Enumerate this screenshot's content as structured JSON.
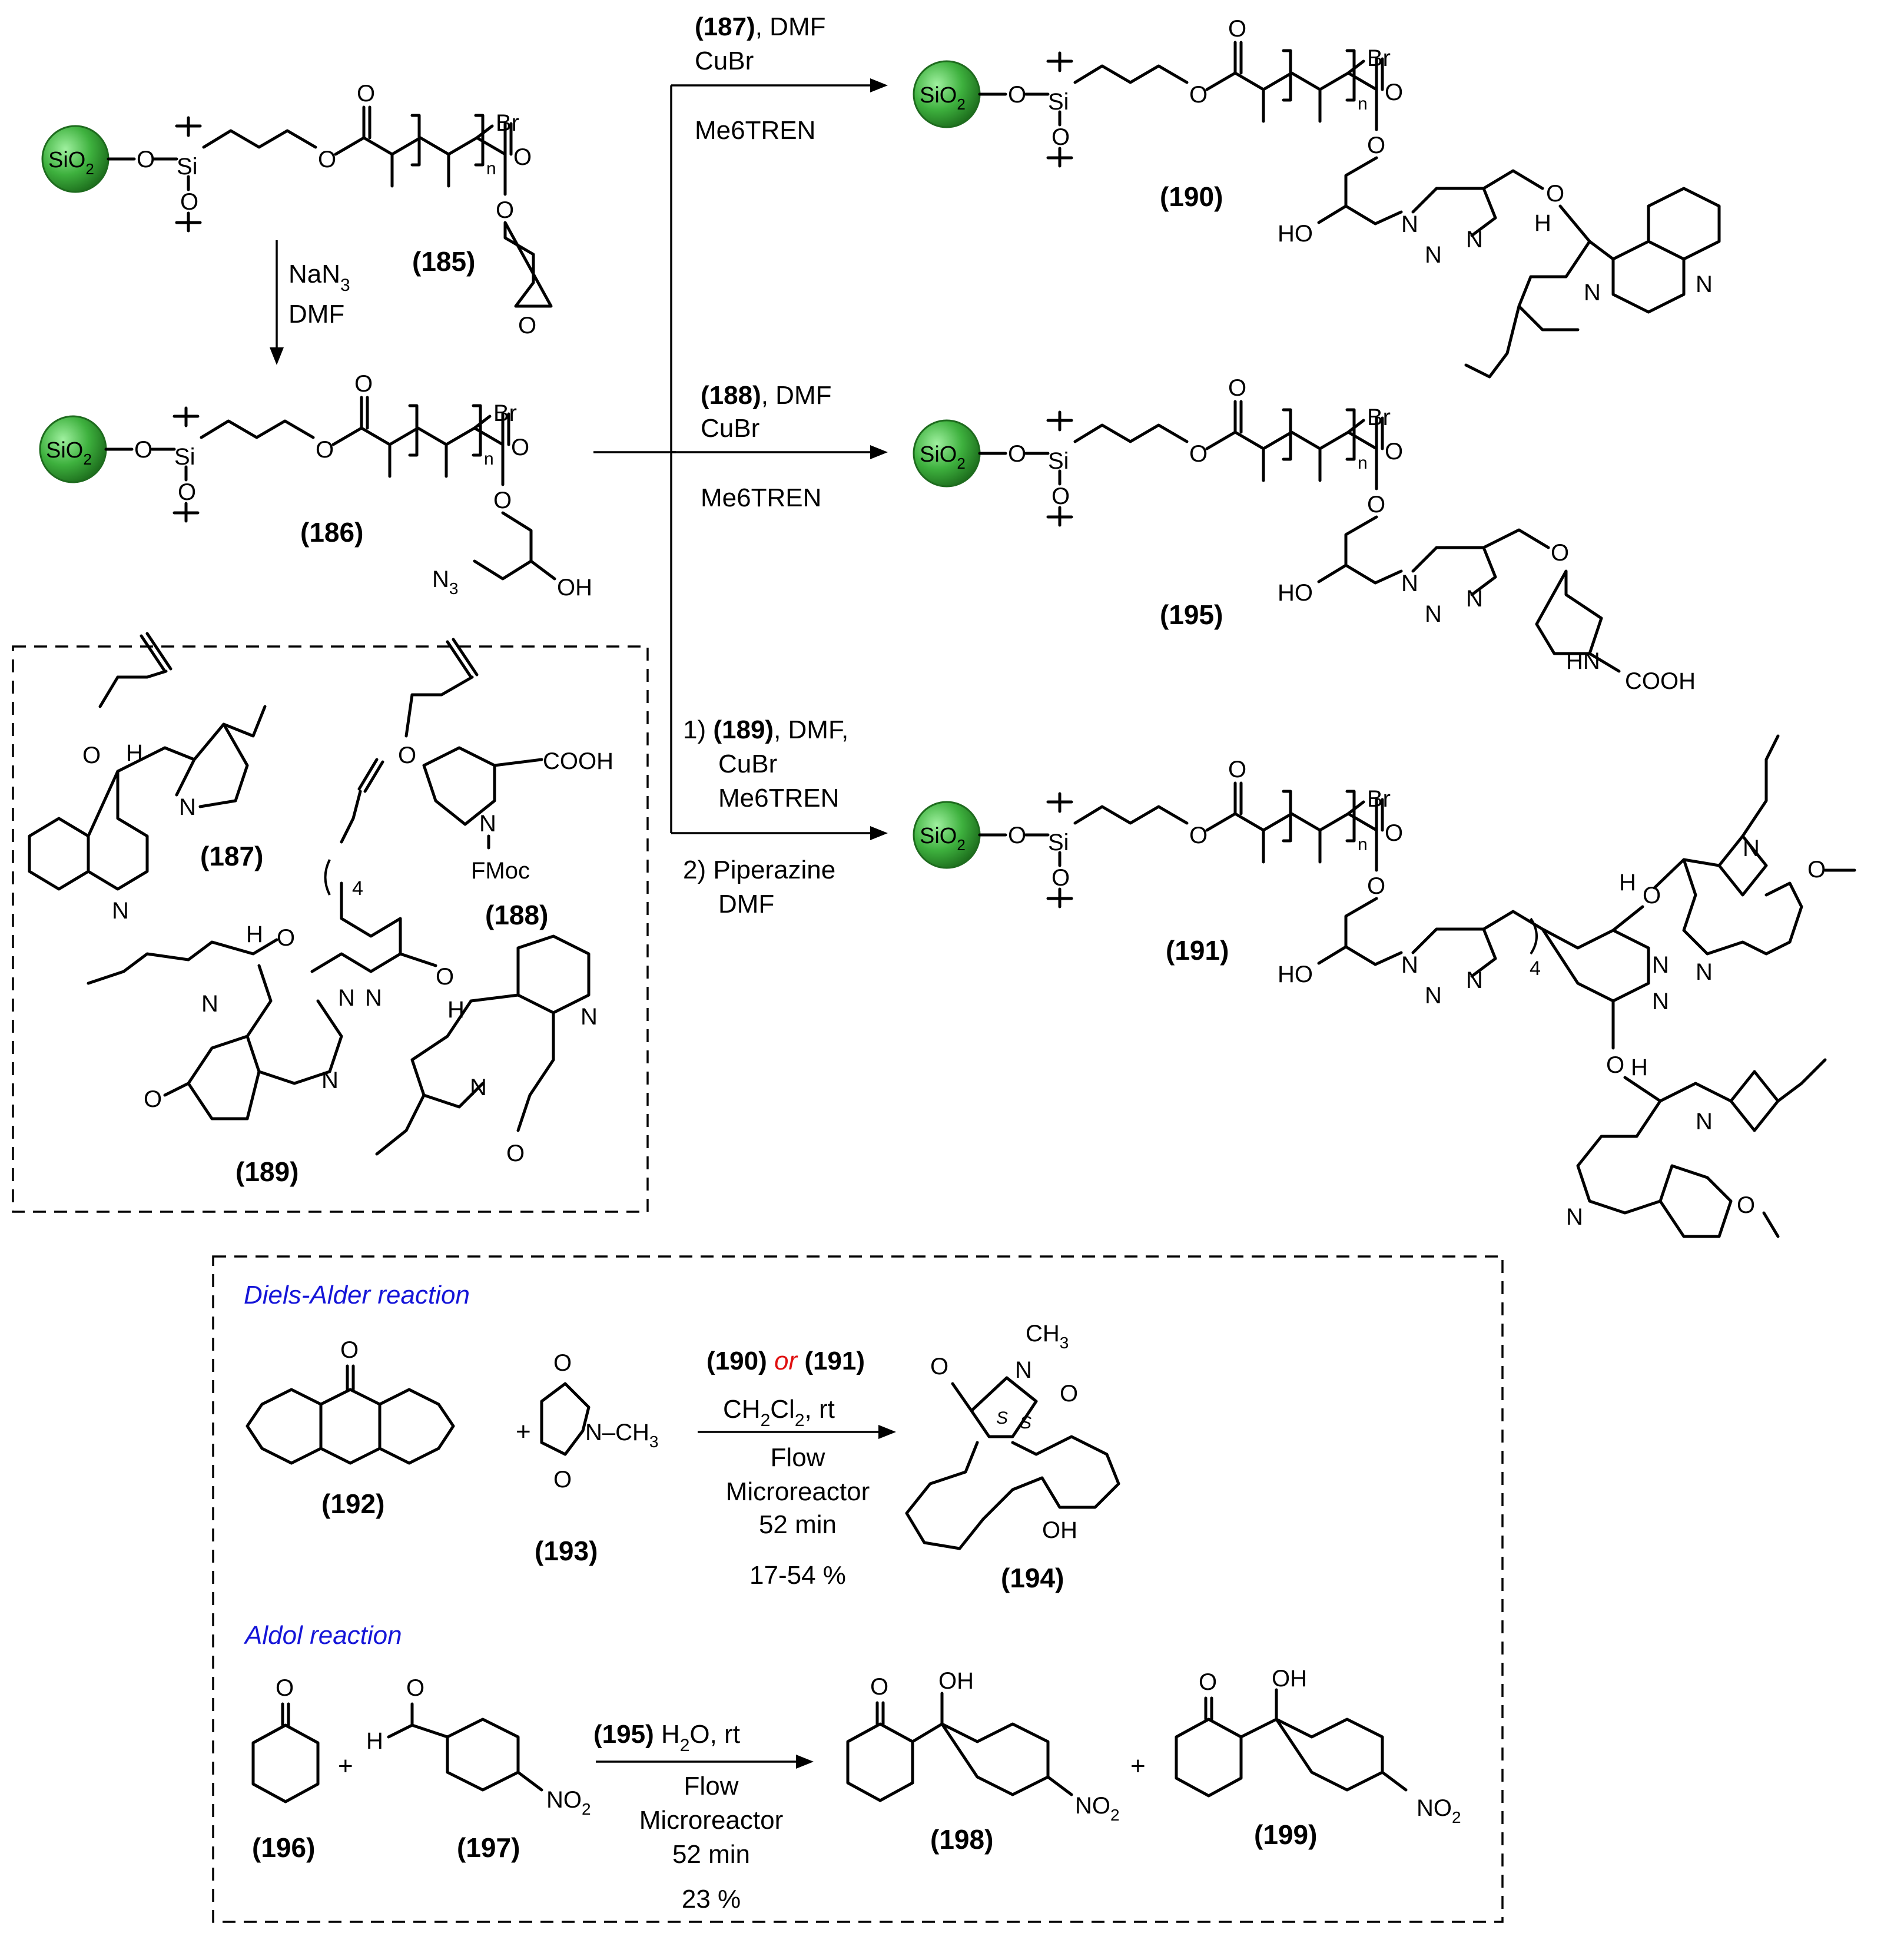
{
  "labels": {
    "sio2": "SiO",
    "sio2_sub": "2",
    "si": "Si",
    "o": "O",
    "br": "Br",
    "n_sub": "n",
    "oh": "OH",
    "ho": "HO",
    "n3": "N",
    "n3_sub": "3",
    "n": "N",
    "h": "H",
    "hn": "HN",
    "cooh": "COOH",
    "fmoc": "FMoc",
    "ch3": "CH",
    "ch3_sub": "3",
    "no2": "NO",
    "no2_sub": "2",
    "four": "4",
    "plus": "+"
  },
  "compounds": {
    "c185": "(185)",
    "c186": "(186)",
    "c187": "(187)",
    "c188": "(188)",
    "c189": "(189)",
    "c190": "(190)",
    "c191": "(191)",
    "c192": "(192)",
    "c193": "(193)",
    "c194": "(194)",
    "c195": "(195)",
    "c196": "(196)",
    "c197": "(197)",
    "c198": "(198)",
    "c199": "(199)"
  },
  "conditions": {
    "azide_reagent": "NaN",
    "azide_reagent_sub": "3",
    "azide_solvent": "DMF",
    "click_187_reagent": "(187)",
    "click_187_rest": ", DMF",
    "click_188_reagent": "(188)",
    "click_188_rest": ", DMF",
    "cubr": "CuBr",
    "ligand": "Me6TREN",
    "click_189_step1_prefix": "1) ",
    "click_189_reagent": "(189)",
    "click_189_step1_rest": ", DMF,",
    "click_189_step2": "2) Piperazine",
    "click_189_step2_solvent": "DMF"
  },
  "diels_alder": {
    "heading": "Diels-Alder reaction",
    "catalyst_a": "(190)",
    "catalyst_or": "or",
    "catalyst_b": "(191)",
    "solvent": "CH",
    "solvent_sub1": "2",
    "solvent_mid": "Cl",
    "solvent_sub2": "2",
    "solvent_rest": ", rt",
    "mode": "Flow",
    "reactor": "Microreactor",
    "time": "52 min",
    "yield": "17-54 %",
    "stereo_label": "S"
  },
  "aldol": {
    "heading": "Aldol reaction",
    "catalyst": "(195)",
    "solvent": "H",
    "solvent_sub": "2",
    "solvent_rest": "O, rt",
    "mode": "Flow",
    "reactor": "Microreactor",
    "time": "52 min",
    "yield": "23 %"
  },
  "colors": {
    "heading_blue": "#1515d8",
    "or_red": "#e01010",
    "bead_dark": "#1f7a1f",
    "bead_light": "#7fe07f"
  }
}
